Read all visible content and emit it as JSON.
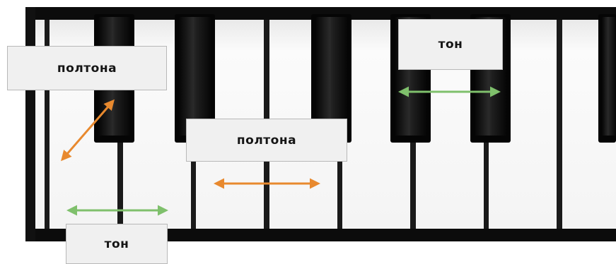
{
  "labels": {
    "semitone_top_left": "полтона",
    "semitone_middle": "полтона",
    "tone_top_right": "тон",
    "tone_bottom_left": "тон"
  },
  "colors": {
    "semitone_arrow": "#e8892e",
    "tone_arrow": "#7fc06c",
    "black_key": "#141414",
    "white_key": "#fbfbfb",
    "keyboard_frame": "#0c0c0c"
  }
}
